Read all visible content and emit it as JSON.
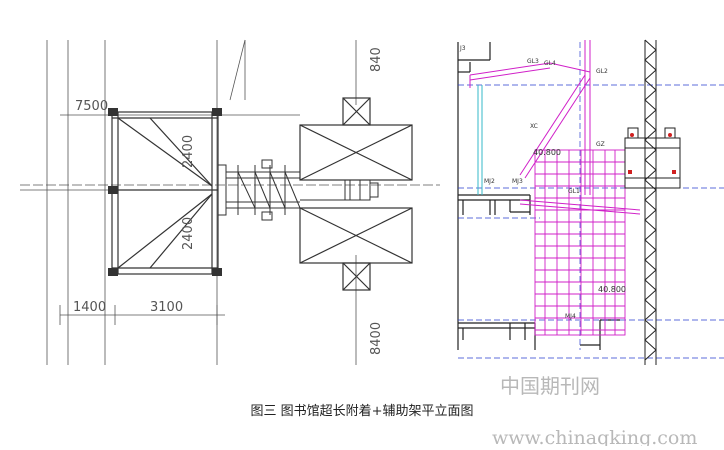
{
  "left_drawing": {
    "dims": {
      "d7500": "7500",
      "d2400_top": "2400",
      "d2400_bottom": "2400",
      "d1400": "1400",
      "d3100": "3100",
      "d8400_top": "840",
      "d8400_bottom": "8400"
    }
  },
  "right_drawing": {
    "labels": {
      "gl3": "GL3",
      "gl4": "GL4",
      "gl2": "GL2",
      "xc": "XC",
      "gz": "GZ",
      "el_40800_top": "40.800",
      "el_40800_bottom": "40.800",
      "mj2": "MJ2",
      "mj3": "MJ3",
      "gl1": "GL1",
      "j3": "J3",
      "mj4": "MJ4"
    }
  },
  "watermark": {
    "cn": "中国期刊网",
    "url": "www.chinaqking.com"
  },
  "caption": "图三  图书馆超长附着+辅助架平立面图",
  "colors": {
    "line": "#333333",
    "blue": "#2a3fd0",
    "magenta": "#d020c8",
    "cyan": "#36b8c8",
    "red": "#d02020",
    "watermark": "#b8b8b8"
  }
}
